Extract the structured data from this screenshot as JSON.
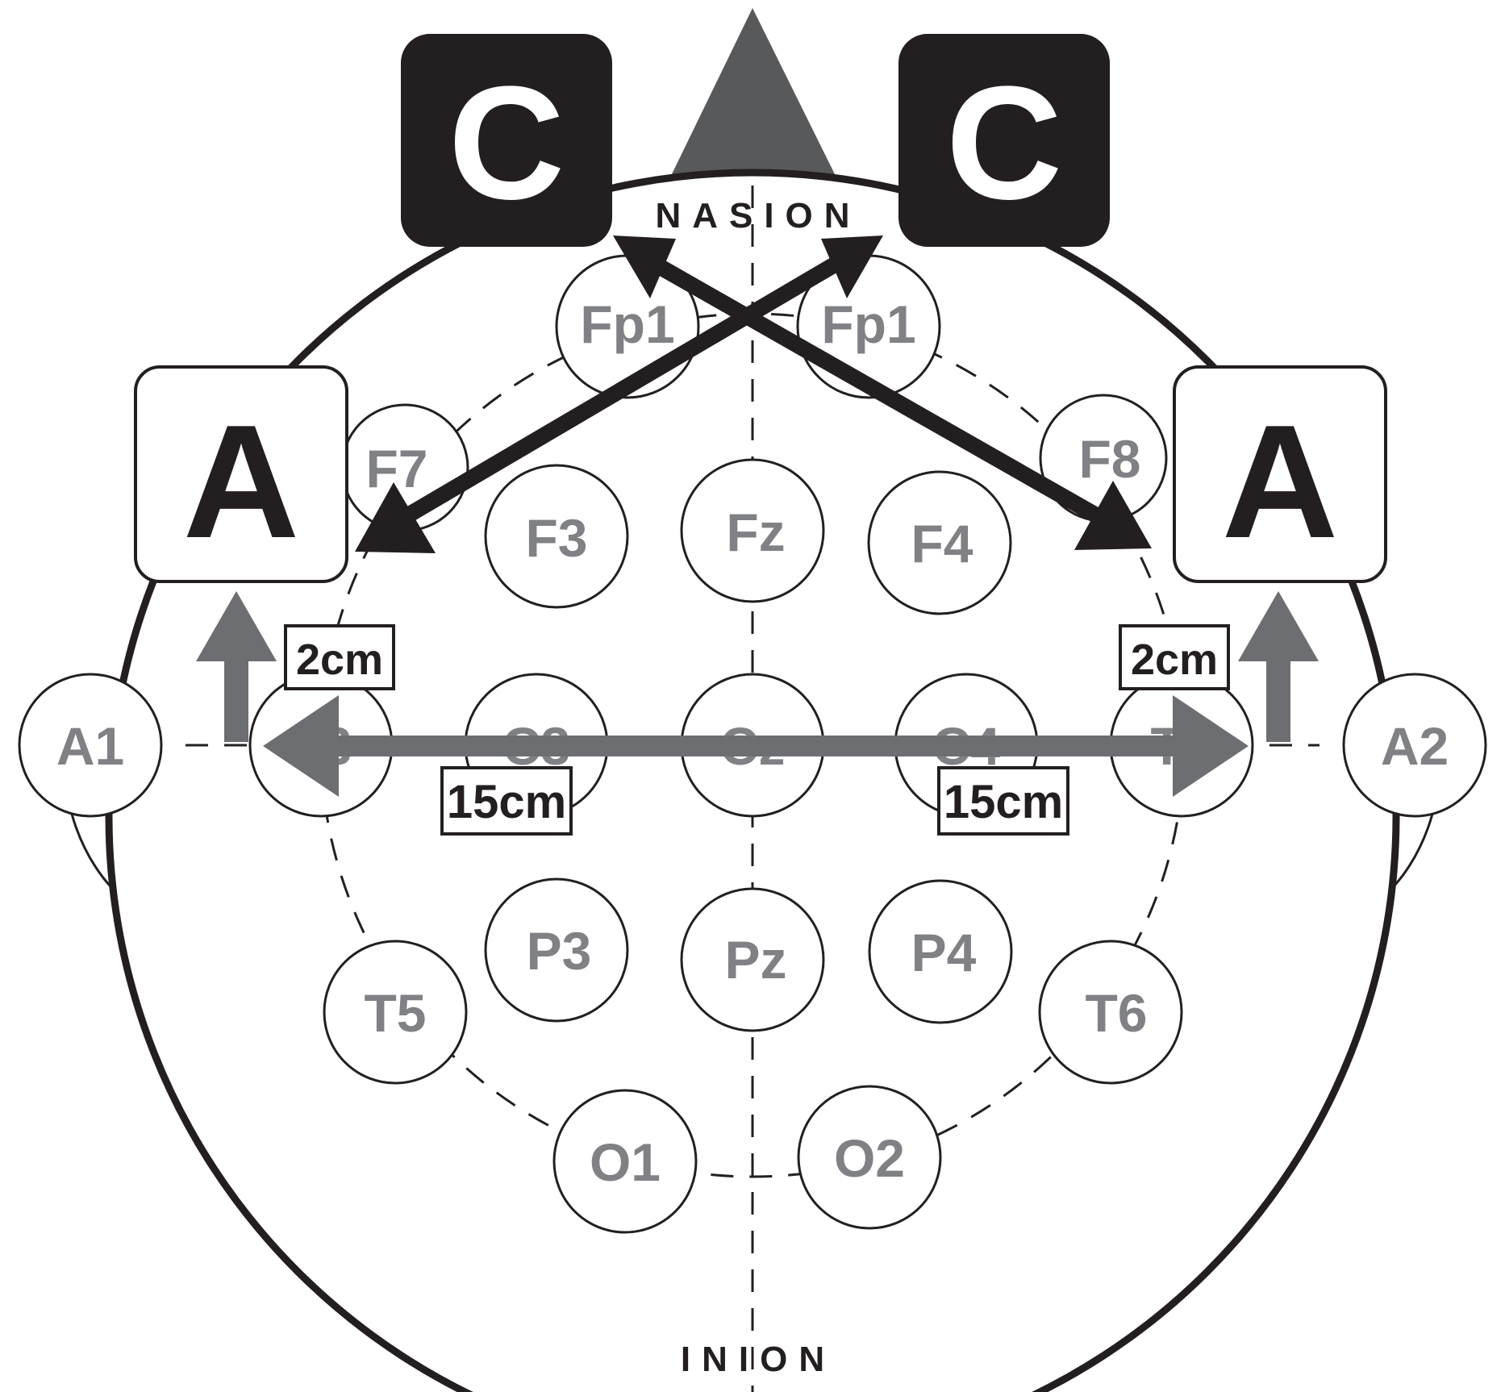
{
  "landmarks": {
    "nasion": "NASION",
    "inion": "INION"
  },
  "electrodes": {
    "fp1_left": "Fp1",
    "fp1_right": "Fp1",
    "f7": "F7",
    "f3": "F3",
    "fz": "Fz",
    "f4": "F4",
    "f8": "F8",
    "a1": "A1",
    "t3": "T3",
    "c3": "C3",
    "cz": "Cz",
    "c4": "C4",
    "t4": "T4",
    "a2": "A2",
    "t5": "T5",
    "p3": "P3",
    "pz": "Pz",
    "p4": "P4",
    "t6": "T6",
    "o1": "O1",
    "o2": "O2"
  },
  "boxes": {
    "cathode_left": "C",
    "cathode_right": "C",
    "anode_left": "A",
    "anode_right": "A"
  },
  "measurements": {
    "offset_left": "2cm",
    "offset_right": "2cm",
    "span_left": "15cm",
    "span_right": "15cm"
  },
  "colors": {
    "outline": "#231f20",
    "electrode_text": "#808184",
    "arrow_gray": "#6d6e71",
    "nose_gray": "#58595b",
    "cathode_fill": "#231f20"
  }
}
